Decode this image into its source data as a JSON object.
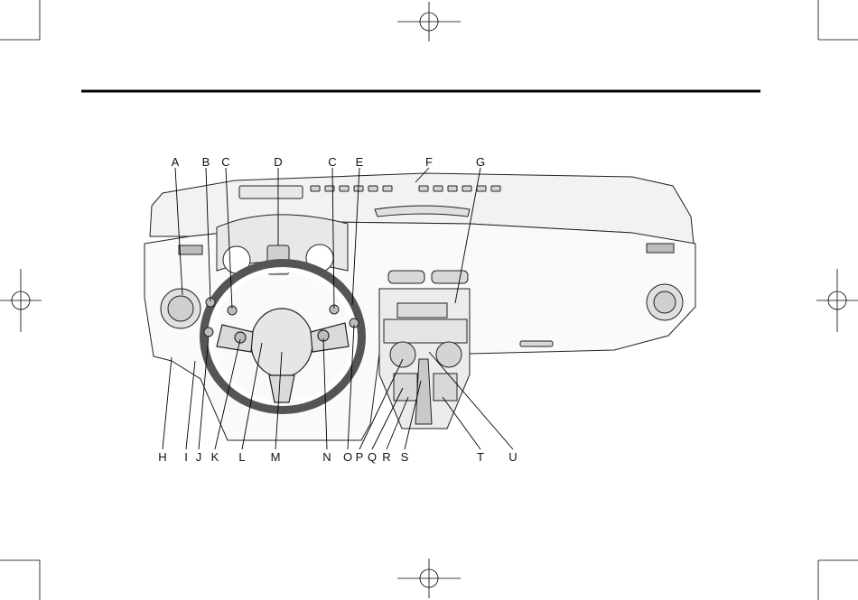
{
  "diagram": {
    "labels_top": [
      "A",
      "B",
      "C",
      "D",
      "C",
      "E",
      "F",
      "G"
    ],
    "labels_bottom": [
      "H",
      "I",
      "J",
      "K",
      "L",
      "M",
      "N",
      "O",
      "P",
      "Q",
      "R",
      "S",
      "T",
      "U"
    ]
  }
}
